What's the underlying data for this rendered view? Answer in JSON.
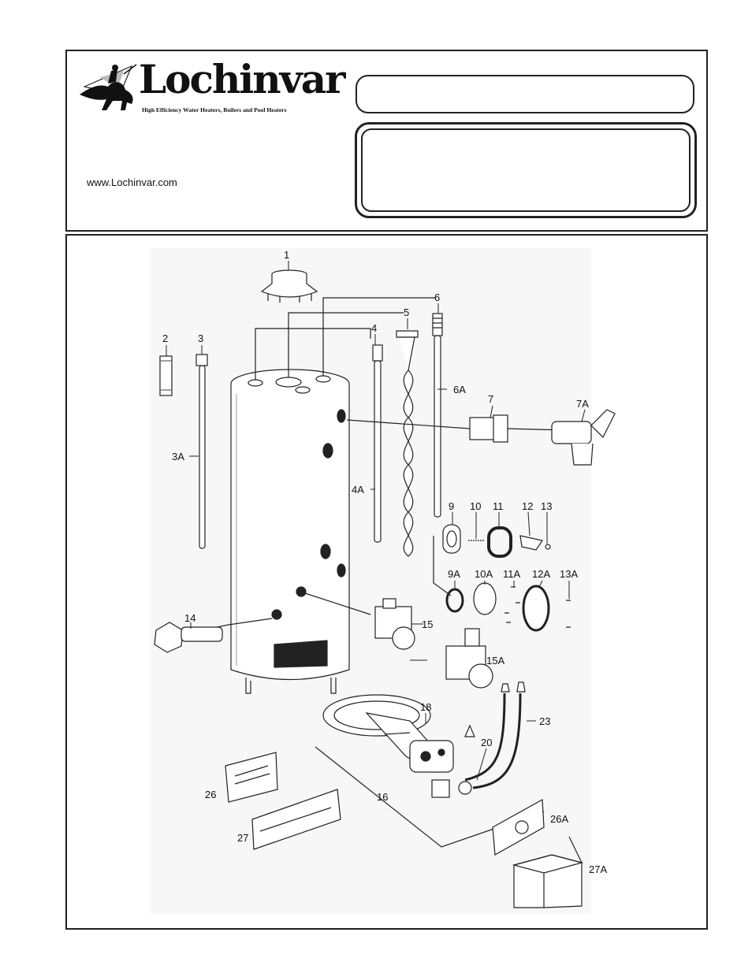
{
  "brand": {
    "name": "Lochinvar",
    "registered_mark": "®",
    "tagline": "High Efficiency Water Heaters, Boilers and Pool Heaters",
    "website": "www.Lochinvar.com"
  },
  "parts_diagram": {
    "callouts": [
      "1",
      "2",
      "3",
      "3A",
      "4",
      "4A",
      "5",
      "6",
      "6A",
      "7",
      "7A",
      "9",
      "9A",
      "10",
      "10A",
      "11",
      "11A",
      "12",
      "12A",
      "13",
      "13A",
      "14",
      "15",
      "15A",
      "16",
      "18",
      "20",
      "23",
      "26",
      "26A",
      "27",
      "27A"
    ]
  }
}
